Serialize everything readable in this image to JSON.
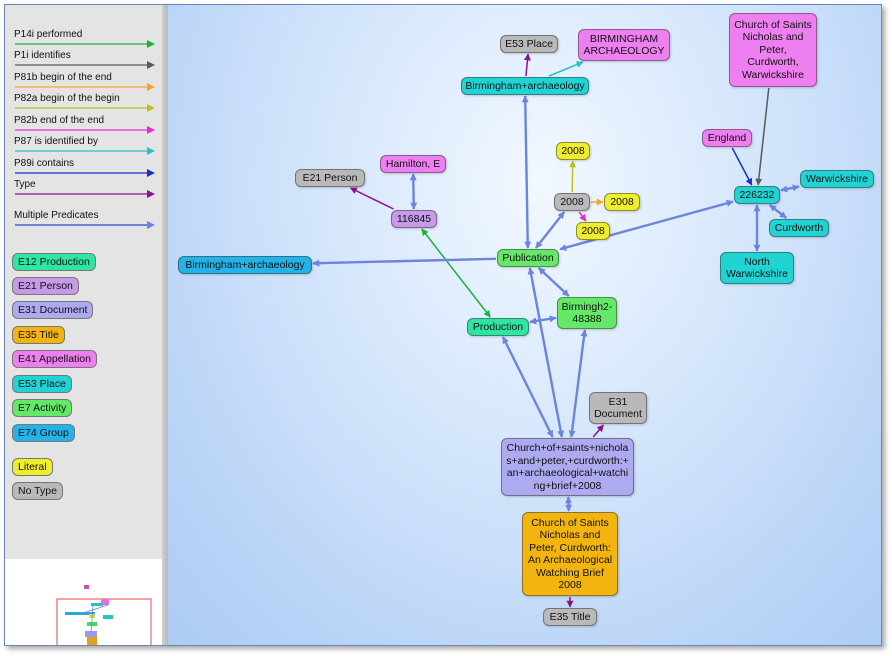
{
  "legend": {
    "predicates": [
      {
        "label": "P14i performed",
        "color": "#19b43c"
      },
      {
        "label": "P1i identifies",
        "color": "#5a5a5a"
      },
      {
        "label": "P81b begin of the end",
        "color": "#f5a42a"
      },
      {
        "label": "P82a begin of the begin",
        "color": "#b9c21f"
      },
      {
        "label": "P82b end of the end",
        "color": "#e62ad6"
      },
      {
        "label": "P87 is identified by",
        "color": "#2bbfc4"
      },
      {
        "label": "P89i contains",
        "color": "#1b2fc9"
      },
      {
        "label": "Type",
        "color": "#8d1090"
      },
      {
        "label": "Multiple Predicates",
        "color": "#6b84de"
      }
    ],
    "classes": [
      {
        "label": "E12 Production",
        "color": "#2ee6a3"
      },
      {
        "label": "E21 Person",
        "color": "#c69ae6"
      },
      {
        "label": "E31 Document",
        "color": "#adaaf0"
      },
      {
        "label": "E35 Title",
        "color": "#f2b50f"
      },
      {
        "label": "E41 Appellation",
        "color": "#ee7ff0"
      },
      {
        "label": "E53 Place",
        "color": "#21d3d3"
      },
      {
        "label": "E7 Activity",
        "color": "#63e868"
      },
      {
        "label": "E74 Group",
        "color": "#23b3e8"
      },
      {
        "label": "Literal",
        "color": "#eeee2c"
      },
      {
        "label": "No Type",
        "color": "#b9b9b9"
      }
    ]
  },
  "graph": {
    "nodes": {
      "e53_place_top": {
        "label": "E53 Place",
        "color": "#b9b9b9"
      },
      "birmingham_archaeology_appellation": {
        "label": "BIRMINGHAM ARCHAEOLOGY",
        "color": "#ee7ff0"
      },
      "birmingham_archaeology_place": {
        "label": "Birmingham+archaeology",
        "color": "#21d3d3"
      },
      "church_appellation": {
        "label": "Church of Saints Nicholas and Peter, Curdworth, Warwickshire",
        "color": "#ee7ff0"
      },
      "england": {
        "label": "England",
        "color": "#ee7ff0"
      },
      "place_226232": {
        "label": "226232",
        "color": "#21d3d3"
      },
      "warwickshire": {
        "label": "Warwickshire",
        "color": "#21d3d3"
      },
      "curdworth": {
        "label": "Curdworth",
        "color": "#21d3d3"
      },
      "north_warwickshire": {
        "label": "North Warwickshire",
        "color": "#21d3d3"
      },
      "hamilton": {
        "label": "Hamilton, E",
        "color": "#ee7ff0"
      },
      "e21_person": {
        "label": "E21 Person",
        "color": "#b9b9b9"
      },
      "person_116845": {
        "label": "116845",
        "color": "#c69ae6"
      },
      "literal_2008_top": {
        "label": "2008",
        "color": "#eeee2c"
      },
      "date_2008": {
        "label": "2008",
        "color": "#b9b9b9"
      },
      "literal_2008_right": {
        "label": "2008",
        "color": "#eeee2c"
      },
      "literal_2008_low": {
        "label": "2008",
        "color": "#eeee2c"
      },
      "publication": {
        "label": "Publication",
        "color": "#63e868"
      },
      "birmingham_archaeology_group": {
        "label": "Birmingham+archaeology",
        "color": "#23b3e8"
      },
      "production": {
        "label": "Production",
        "color": "#2ee6a3"
      },
      "birmingh2": {
        "label": "Birmingh2-48388",
        "color": "#63e868"
      },
      "e31_document": {
        "label": "E31 Document",
        "color": "#b9b9b9"
      },
      "document": {
        "label": "Church+of+saints+nicholas+and+peter,+curdworth:+an+archaeological+watching+brief+2008",
        "color": "#adaaf0"
      },
      "title": {
        "label": "Church of Saints Nicholas and Peter, Curdworth: An Archaeological Watching Brief 2008",
        "color": "#f2b50f"
      },
      "e35_title": {
        "label": "E35 Title",
        "color": "#b9b9b9"
      }
    },
    "edges": [
      {
        "from": "birmingham_archaeology_place",
        "to": "e53_place_top",
        "predicate": "Type",
        "color": "#8d1090",
        "dir": "to"
      },
      {
        "from": "birmingham_archaeology_place",
        "to": "birmingham_archaeology_appellation",
        "predicate": "P87 is identified by",
        "color": "#2bbfc4",
        "dir": "to"
      },
      {
        "from": "place_226232",
        "to": "church_appellation",
        "predicate": "P1i identifies",
        "color": "#5a5a5a",
        "dir": "from"
      },
      {
        "from": "england",
        "to": "place_226232",
        "predicate": "P89i contains",
        "color": "#1b2fc9",
        "dir": "to"
      },
      {
        "from": "place_226232",
        "to": "warwickshire",
        "predicate": "Multiple Predicates",
        "color": "#6b84de",
        "dir": "both"
      },
      {
        "from": "place_226232",
        "to": "curdworth",
        "predicate": "Multiple Predicates",
        "color": "#6b84de",
        "dir": "both"
      },
      {
        "from": "place_226232",
        "to": "north_warwickshire",
        "predicate": "Multiple Predicates",
        "color": "#6b84de",
        "dir": "both"
      },
      {
        "from": "person_116845",
        "to": "hamilton",
        "predicate": "Multiple Predicates",
        "color": "#6b84de",
        "dir": "both"
      },
      {
        "from": "person_116845",
        "to": "e21_person",
        "predicate": "Type",
        "color": "#8d1090",
        "dir": "to"
      },
      {
        "from": "person_116845",
        "to": "production",
        "predicate": "P14i performed",
        "color": "#19b43c",
        "dir": "both"
      },
      {
        "from": "date_2008",
        "to": "literal_2008_top",
        "predicate": "P82a begin of the begin",
        "color": "#b9c21f",
        "dir": "to"
      },
      {
        "from": "date_2008",
        "to": "literal_2008_right",
        "predicate": "P81b begin of the end",
        "color": "#f5a42a",
        "dir": "to"
      },
      {
        "from": "date_2008",
        "to": "literal_2008_low",
        "predicate": "P82b end of the end",
        "color": "#e62ad6",
        "dir": "to"
      },
      {
        "from": "publication",
        "to": "date_2008",
        "predicate": "Multiple Predicates",
        "color": "#6b84de",
        "dir": "both"
      },
      {
        "from": "publication",
        "to": "birmingham_archaeology_place",
        "predicate": "Multiple Predicates",
        "color": "#6b84de",
        "dir": "both"
      },
      {
        "from": "publication",
        "to": "birmingham_archaeology_group",
        "predicate": "Multiple Predicates",
        "color": "#6b84de",
        "dir": "to"
      },
      {
        "from": "publication",
        "to": "place_226232",
        "predicate": "Multiple Predicates",
        "color": "#6b84de",
        "dir": "both"
      },
      {
        "from": "publication",
        "to": "birmingh2",
        "predicate": "Multiple Predicates",
        "color": "#6b84de",
        "dir": "both"
      },
      {
        "from": "production",
        "to": "birmingh2",
        "predicate": "Multiple Predicates",
        "color": "#6b84de",
        "dir": "both"
      },
      {
        "from": "document",
        "to": "production",
        "predicate": "Multiple Predicates",
        "color": "#6b84de",
        "dir": "both"
      },
      {
        "from": "document",
        "to": "publication",
        "predicate": "Multiple Predicates",
        "color": "#6b84de",
        "dir": "both"
      },
      {
        "from": "document",
        "to": "birmingh2",
        "predicate": "Multiple Predicates",
        "color": "#6b84de",
        "dir": "both"
      },
      {
        "from": "document",
        "to": "e31_document",
        "predicate": "Type",
        "color": "#8d1090",
        "dir": "to"
      },
      {
        "from": "document",
        "to": "title",
        "predicate": "Multiple Predicates",
        "color": "#6b84de",
        "dir": "both"
      },
      {
        "from": "title",
        "to": "e35_title",
        "predicate": "Type",
        "color": "#8d1090",
        "dir": "to"
      }
    ]
  }
}
